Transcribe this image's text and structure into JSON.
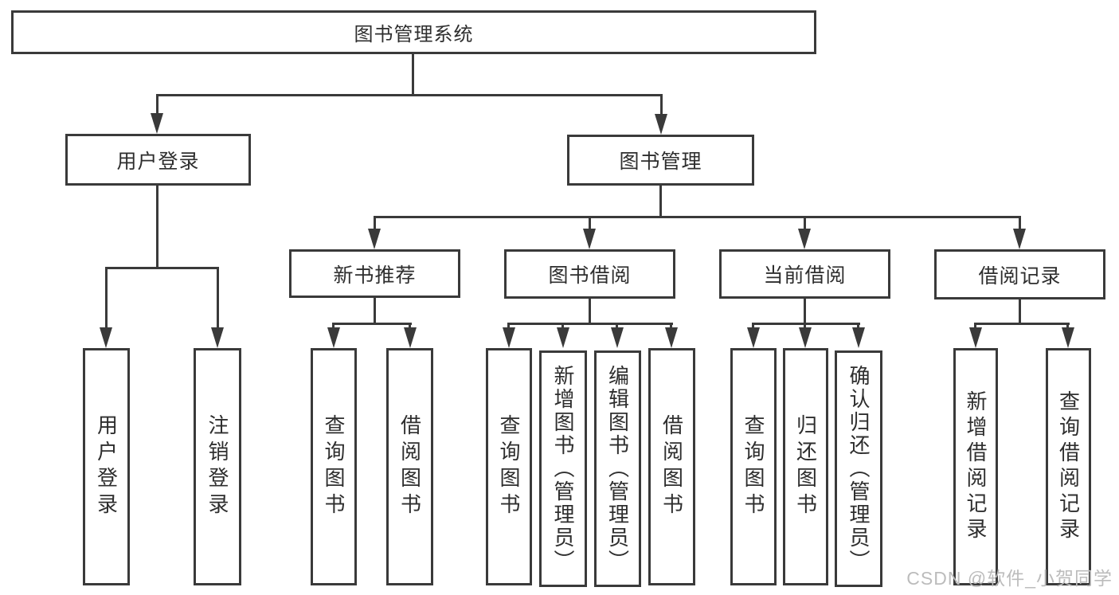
{
  "diagram": {
    "root": {
      "label": "图书管理系统"
    },
    "level2": [
      {
        "label": "用户登录"
      },
      {
        "label": "图书管理"
      }
    ],
    "level3": [
      {
        "label": "新书推荐"
      },
      {
        "label": "图书借阅"
      },
      {
        "label": "当前借阅"
      },
      {
        "label": "借阅记录"
      }
    ],
    "leaves": {
      "user_login": [
        "用户登录",
        "注销登录"
      ],
      "new_book_rec": [
        "查询图书",
        "借阅图书"
      ],
      "book_borrow": [
        "查询图书",
        "新增图书（管理员）",
        "编辑图书（管理员）",
        "借阅图书"
      ],
      "current_borrow": [
        "查询图书",
        "归还图书",
        "确认归还（管理员）"
      ],
      "borrow_records": [
        "新增借阅记录",
        "查询借阅记录"
      ]
    }
  },
  "watermark": {
    "text": "CSDN @软件_小贺同学"
  },
  "colors": {
    "line": "#3a3a3a",
    "text": "#2e2e2e",
    "watermark": "#bcbcbc",
    "background": "#ffffff"
  }
}
